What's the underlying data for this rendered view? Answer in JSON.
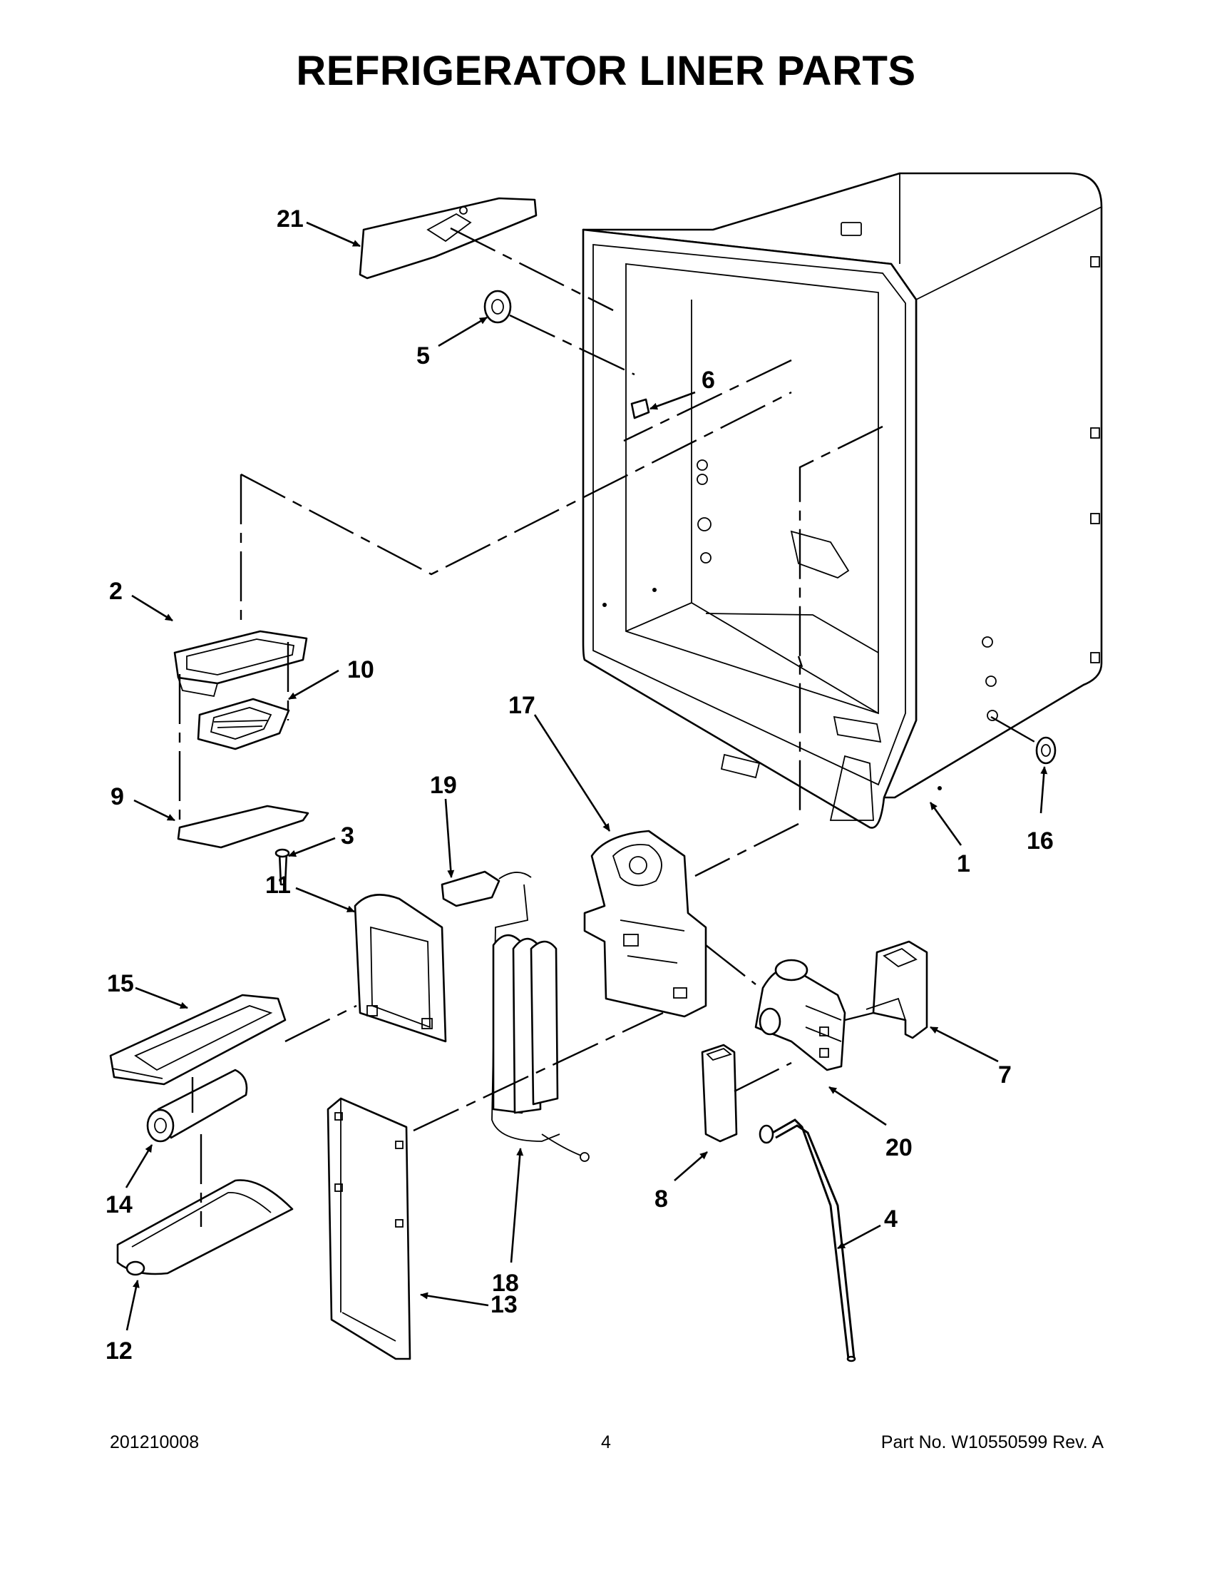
{
  "title": "REFRIGERATOR LINER PARTS",
  "callouts": {
    "c1": "1",
    "c2": "2",
    "c3": "3",
    "c4": "4",
    "c5": "5",
    "c6": "6",
    "c7": "7",
    "c8": "8",
    "c9": "9",
    "c10": "10",
    "c11": "11",
    "c12": "12",
    "c13": "13",
    "c14": "14",
    "c15": "15",
    "c16": "16",
    "c17": "17",
    "c18": "18",
    "c19": "19",
    "c20": "20",
    "c21": "21"
  },
  "footer": {
    "left": "201210008",
    "center": "4",
    "right": "Part No.  W10550599  Rev.  A"
  }
}
